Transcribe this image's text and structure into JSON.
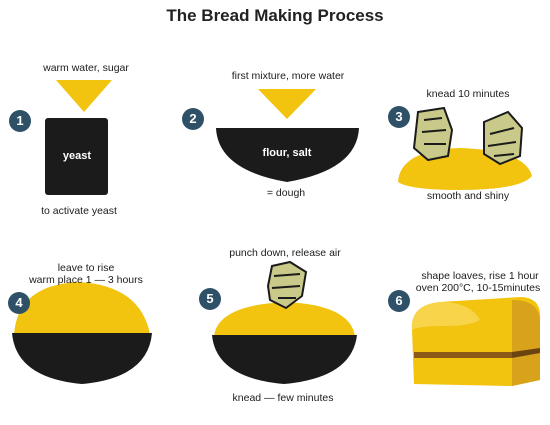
{
  "title": "The Bread Making Process",
  "steps": [
    {
      "number": "1",
      "top_label": "warm water, sugar",
      "container_label": "yeast",
      "bottom_label": "to activate yeast"
    },
    {
      "number": "2",
      "top_label": "first mixture, more water",
      "container_label": "flour, salt",
      "bottom_label": "= dough"
    },
    {
      "number": "3",
      "top_label": "knead 10 minutes",
      "bottom_label": "smooth and shiny"
    },
    {
      "number": "4",
      "top_label_line1": "leave to rise",
      "top_label_line2": "warm place 1 — 3 hours"
    },
    {
      "number": "5",
      "top_label": "punch down, release air",
      "bottom_label": "knead — few minutes"
    },
    {
      "number": "6",
      "top_label_line1": "shape loaves, rise 1 hour",
      "top_label_line2": "oven 200°C, 10-15minutes"
    }
  ],
  "colors": {
    "badge": "#2f5167",
    "dough": "#f2c40f",
    "container": "#1b1b1b",
    "crust": "#d8a21a"
  }
}
